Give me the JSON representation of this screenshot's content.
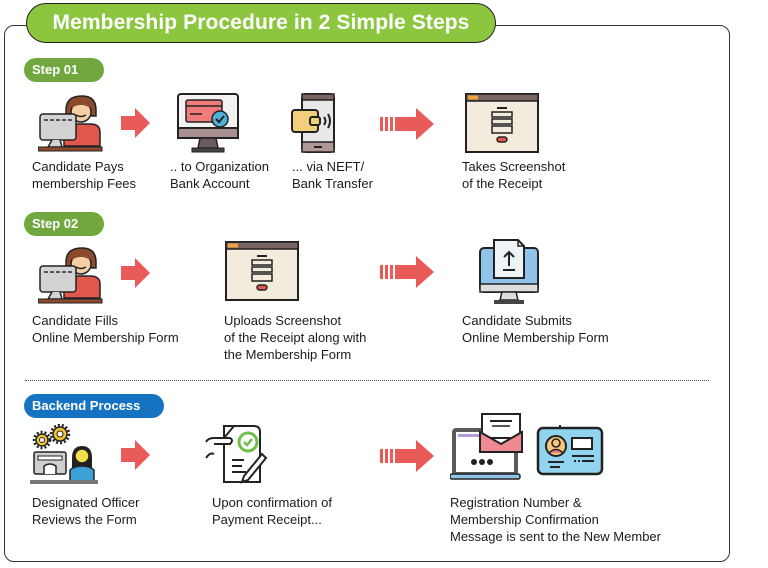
{
  "title": "Membership Procedure in 2 Simple Steps",
  "colors": {
    "title_green": "#8cc63f",
    "step_green": "#70a83f",
    "backend_blue": "#1673c1",
    "arrow_red": "#e95b58"
  },
  "sections": [
    {
      "badge": "Step 01",
      "items": [
        {
          "icon": "person-at-computer-icon",
          "lines": [
            "Candidate Pays",
            "membership Fees"
          ]
        },
        {
          "icon": "monitor-credit-card-check-icon",
          "lines": [
            ".. to Organization",
            "Bank Account"
          ]
        },
        {
          "icon": "phone-wallet-nfc-icon",
          "lines": [
            "... via NEFT/",
            "Bank Transfer"
          ]
        },
        {
          "icon": "browser-form-window-icon",
          "lines": [
            "Takes Screenshot",
            "of the Receipt"
          ]
        }
      ]
    },
    {
      "badge": "Step 02",
      "items": [
        {
          "icon": "person-at-computer-icon",
          "lines": [
            "Candidate Fills",
            "Online Membership Form"
          ]
        },
        {
          "icon": "browser-form-window-icon",
          "lines": [
            "Uploads Screenshot",
            "of the Receipt along with",
            "the Membership Form"
          ]
        },
        {
          "icon": "monitor-upload-document-icon",
          "lines": [
            "Candidate Submits",
            "Online Membership Form"
          ]
        }
      ]
    },
    {
      "badge": "Backend Process",
      "items": [
        {
          "icon": "officer-gears-computer-icon",
          "lines": [
            "Designated Officer",
            "Reviews the Form"
          ]
        },
        {
          "icon": "hand-document-check-pen-icon",
          "lines": [
            "Upon confirmation of",
            "Payment Receipt..."
          ]
        },
        {
          "icon": "laptop-email-id-card-icon",
          "lines": [
            "Registration Number &",
            "Membership Confirmation",
            "Message is sent to the New Member"
          ]
        }
      ]
    }
  ]
}
